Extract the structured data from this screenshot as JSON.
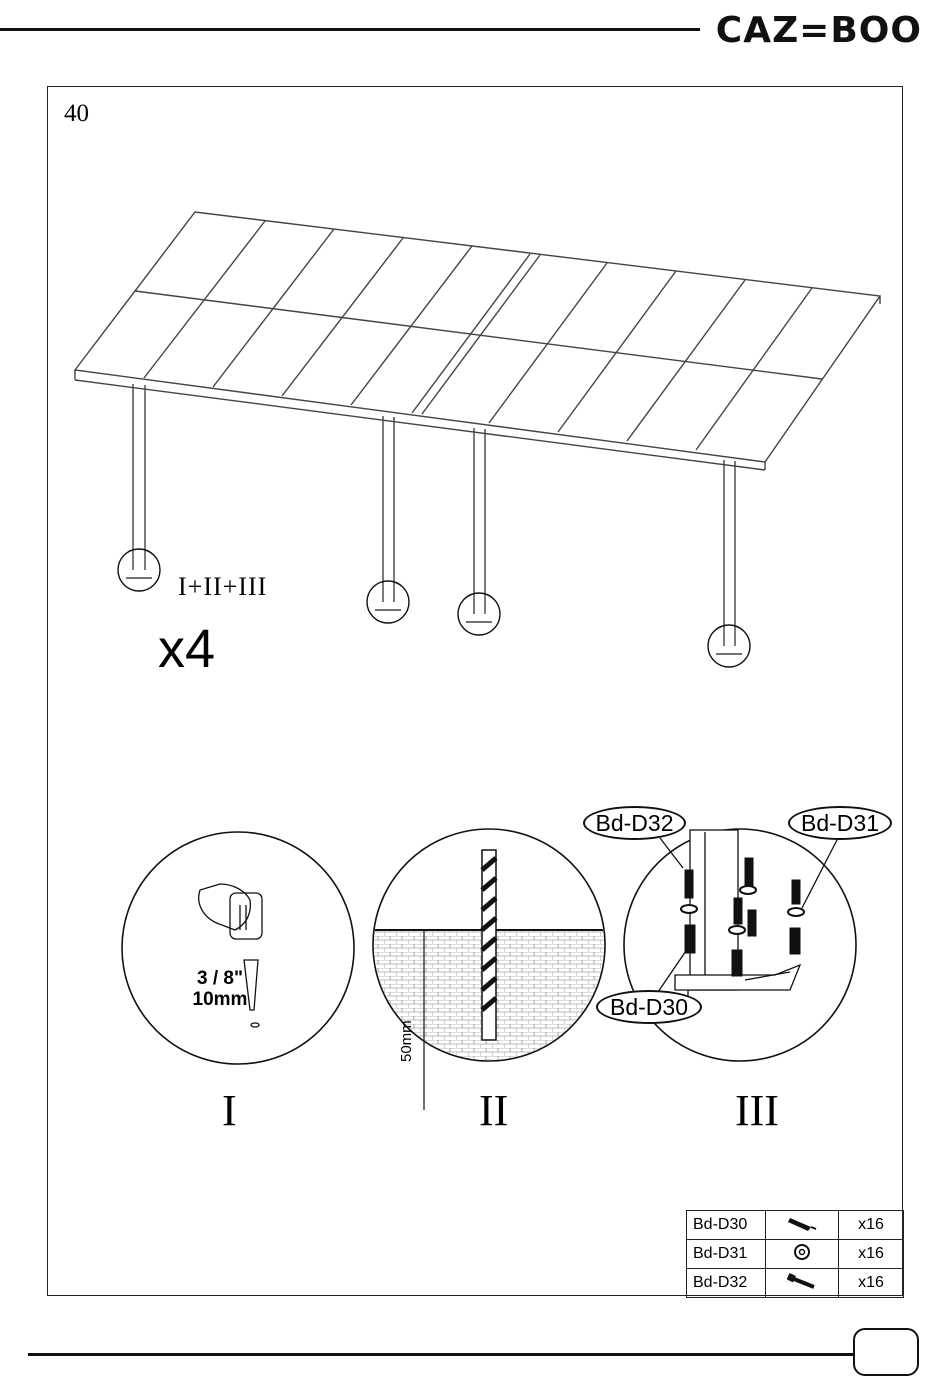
{
  "header": {
    "brand": "CAZ=BOO"
  },
  "step": {
    "number": "40",
    "sequence": "I+II+III",
    "multiplier": "x4"
  },
  "details": [
    {
      "roman": "I",
      "drill_size_imperial": "3 / 8\"",
      "drill_size_metric": "10mm"
    },
    {
      "roman": "II",
      "depth": "50mm"
    },
    {
      "roman": "III",
      "callouts": [
        "Bd-D32",
        "Bd-D31",
        "Bd-D30"
      ]
    }
  ],
  "parts_table": [
    {
      "code": "Bd-D30",
      "icon": "anchor-plug-icon",
      "qty": "x16"
    },
    {
      "code": "Bd-D31",
      "icon": "washer-icon",
      "qty": "x16"
    },
    {
      "code": "Bd-D32",
      "icon": "screw-icon",
      "qty": "x16"
    }
  ],
  "footer": {
    "page_number": ""
  }
}
